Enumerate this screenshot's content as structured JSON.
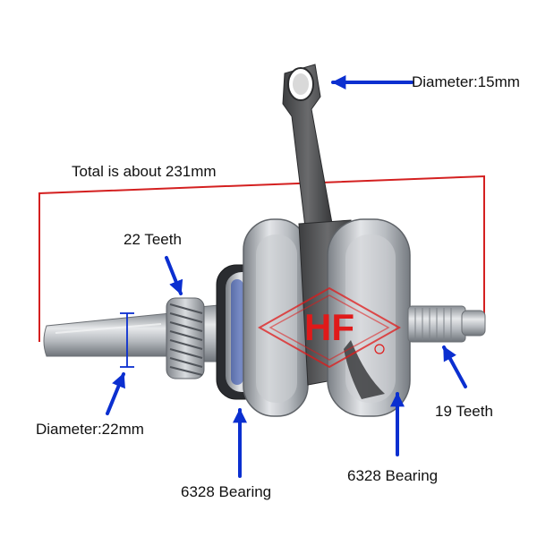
{
  "labels": {
    "rod_diameter": "Diameter:15mm",
    "total_length": "Total is about 231mm",
    "left_teeth": "22 Teeth",
    "shaft_diameter": "Diameter:22mm",
    "left_bearing": "6328 Bearing",
    "right_bearing": "6328 Bearing",
    "right_teeth": "19 Teeth"
  },
  "logo_text": "HF",
  "colors": {
    "arrow": "#0b2fd0",
    "frame": "#d42020",
    "logo": "#e01a1a",
    "metal": "#b9bec4"
  }
}
